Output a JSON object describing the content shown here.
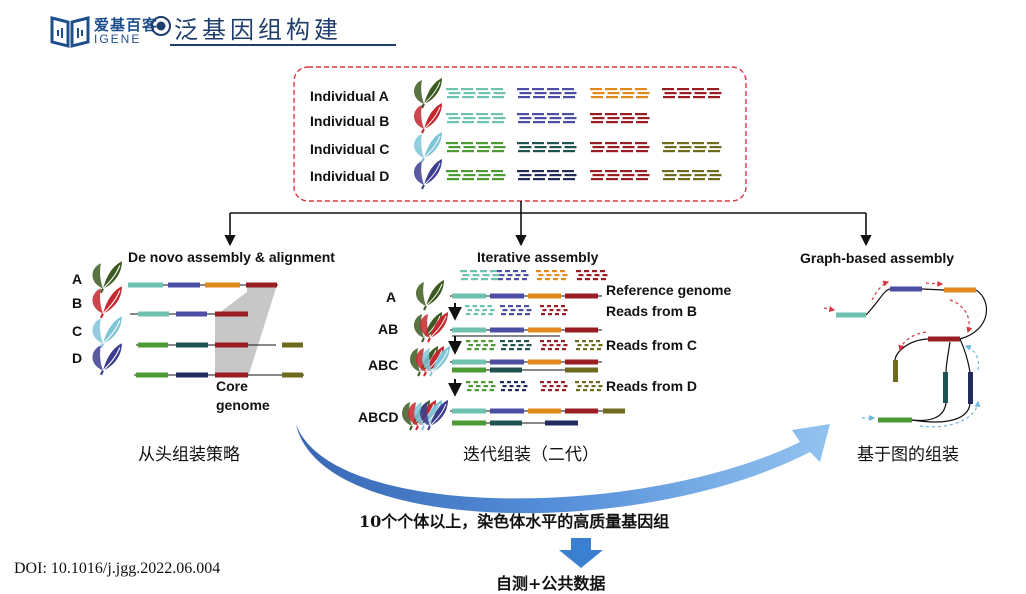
{
  "header": {
    "title": "泛基因组构建",
    "logo_cn": "爱基百客",
    "logo_en": "IGENE"
  },
  "individuals": [
    "Individual A",
    "Individual B",
    "Individual C",
    "Individual D"
  ],
  "sections": {
    "denovo": {
      "title": "De novo assembly & alignment",
      "labels": [
        "A",
        "B",
        "C",
        "D"
      ],
      "core_label_1": "Core",
      "core_label_2": "genome",
      "caption": "从头组装策略"
    },
    "iterative": {
      "title": "Iterative assembly",
      "labels": [
        "A",
        "AB",
        "ABC",
        "ABCD"
      ],
      "annotations": [
        "Reference genome",
        "Reads from B",
        "Reads from C",
        "Reads from D"
      ],
      "caption": "迭代组装（二代）"
    },
    "graph": {
      "title": "Graph-based assembly",
      "caption": "基于图的组装"
    }
  },
  "summary": "10个个体以上，染色体水平的高质量基因组",
  "bottom": "自测+公共数据",
  "doi": "DOI: 10.1016/j.jgg.2022.06.004",
  "colors": {
    "teal": "#6fc2b0",
    "purple": "#4b4ea3",
    "orange": "#e08a1e",
    "red": "#9b1d24",
    "green": "#4b9a34",
    "darkteal": "#1f5352",
    "navy": "#232a5c",
    "olive": "#6e6a1e",
    "arrow_blue": "#2d6fc7",
    "frame_red": "#d9363e"
  }
}
